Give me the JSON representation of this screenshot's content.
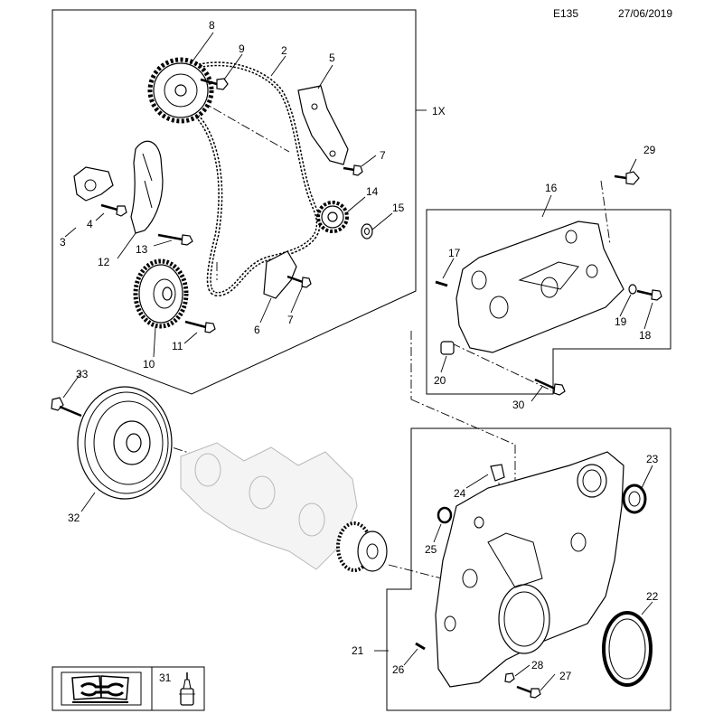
{
  "header": {
    "code": "E135",
    "date": "27/06/2019"
  },
  "group_label": "1X",
  "callouts": {
    "c1": "2",
    "c2": "3",
    "c3": "4",
    "c4": "5",
    "c5": "6",
    "c6": "7",
    "c7": "7",
    "c8": "8",
    "c9": "9",
    "c10": "10",
    "c11": "11",
    "c12": "12",
    "c13": "13",
    "c14": "14",
    "c15": "15",
    "c16": "16",
    "c17": "17",
    "c18": "18",
    "c19": "19",
    "c20": "20",
    "c21": "21",
    "c22": "22",
    "c23": "23",
    "c24": "24",
    "c25": "25",
    "c26": "26",
    "c27": "27",
    "c28": "28",
    "c29": "29",
    "c30": "30",
    "c31": "31",
    "c32": "32",
    "c33": "33"
  },
  "legend": {
    "icons": [
      "manual-book-icon",
      "tool-wrench-icon",
      "sealant-bottle-icon"
    ]
  }
}
